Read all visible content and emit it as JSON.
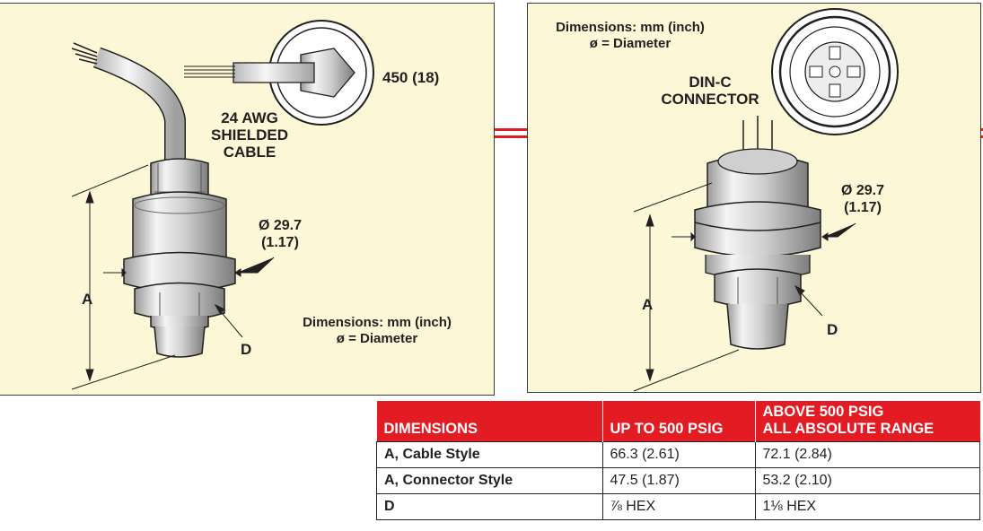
{
  "left_panel": {
    "cable_label_line1": "24 AWG",
    "cable_label_line2": "SHIELDED",
    "cable_label_line3": "CABLE",
    "length_label": "450 (18)",
    "diameter_line1": "Ø 29.7",
    "diameter_line2": "(1.17)",
    "dim_a_label": "A",
    "dim_d_label": "D",
    "note_line1": "Dimensions: mm (inch)",
    "note_line2": "ø = Diameter"
  },
  "right_panel": {
    "note_line1": "Dimensions: mm (inch)",
    "note_line2": "ø = Diameter",
    "connector_line1": "DIN-C",
    "connector_line2": "CONNECTOR",
    "diameter_line1": "Ø 29.7",
    "diameter_line2": "(1.17)",
    "dim_a_label": "A",
    "dim_d_label": "D"
  },
  "table": {
    "headers": {
      "col1": "DIMENSIONS",
      "col2": "UP TO 500 PSIG",
      "col3_line1": "ABOVE 500 PSIG",
      "col3_line2": "ALL ABSOLUTE RANGE"
    },
    "rows": [
      {
        "dimension": "A, Cable Style",
        "up_to_500": "66.3 (2.61)",
        "above_500": "72.1 (2.84)"
      },
      {
        "dimension": "A, Connector Style",
        "up_to_500": "47.5 (1.87)",
        "above_500": "53.2 (2.10)"
      },
      {
        "dimension": "D",
        "up_to_500": "⅞ HEX",
        "above_500": "1⅛ HEX"
      }
    ]
  },
  "colors": {
    "panel_bg": "#fcf7d6",
    "accent_red": "#e31b23",
    "ink": "#231f20"
  }
}
